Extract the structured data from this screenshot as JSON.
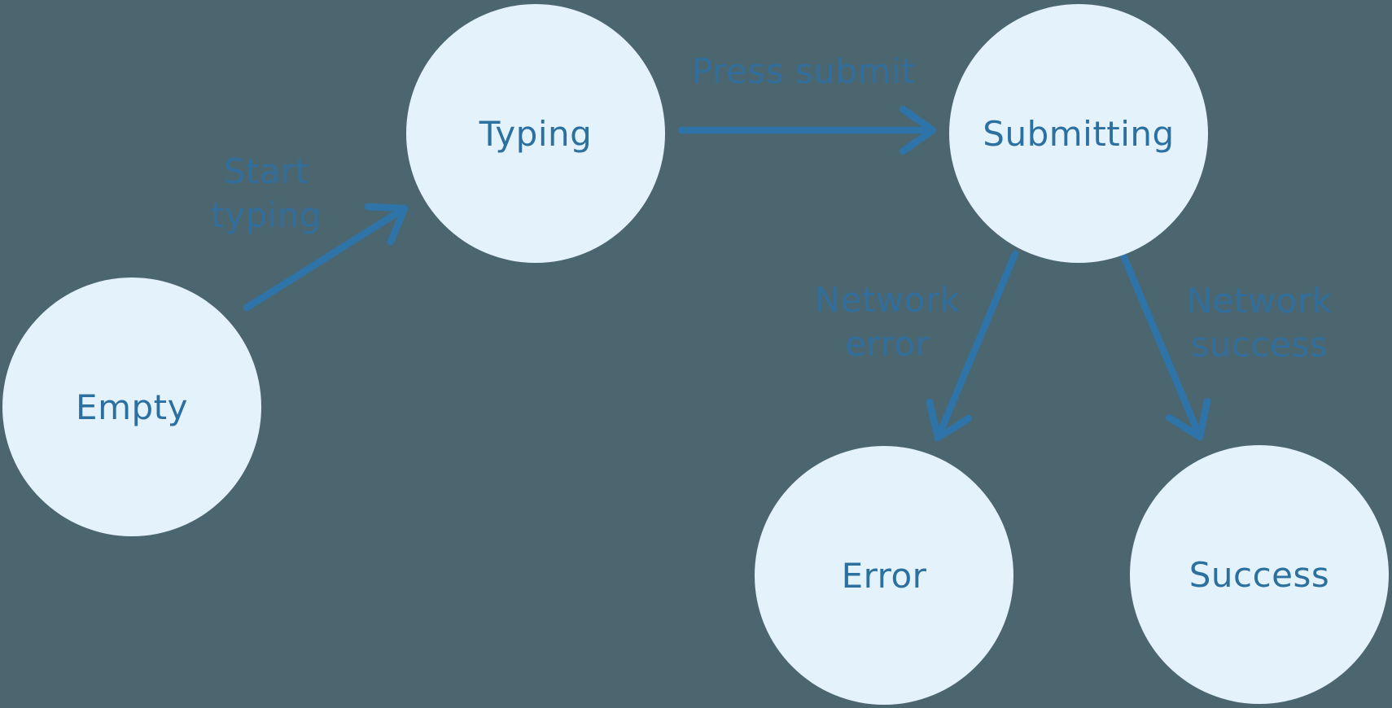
{
  "diagram": {
    "type": "state-diagram",
    "colors": {
      "background": "#4C6670",
      "node_fill": "#E4F2FC",
      "node_text": "#2C70A0",
      "edge_stroke": "#2E74A8",
      "edge_label_text": "#316E9C"
    },
    "nodes": [
      {
        "id": "empty",
        "label": "Empty"
      },
      {
        "id": "typing",
        "label": "Typing"
      },
      {
        "id": "submitting",
        "label": "Submitting"
      },
      {
        "id": "error",
        "label": "Error"
      },
      {
        "id": "success",
        "label": "Success"
      }
    ],
    "edges": [
      {
        "from": "empty",
        "to": "typing",
        "label": "Start typing"
      },
      {
        "from": "typing",
        "to": "submitting",
        "label": "Press submit"
      },
      {
        "from": "submitting",
        "to": "error",
        "label": "Network error"
      },
      {
        "from": "submitting",
        "to": "success",
        "label": "Network success"
      }
    ]
  }
}
